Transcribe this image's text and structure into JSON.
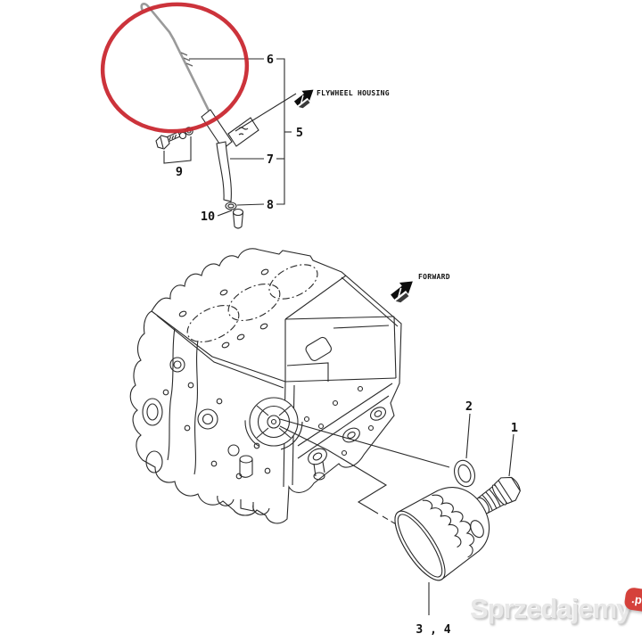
{
  "diagram": {
    "labels": {
      "flywheel_housing": "FLYWHEEL HOUSING",
      "forward": "FORWARD"
    },
    "callouts": {
      "n1": "1",
      "n2": "2",
      "n34": "3 , 4",
      "n5": "5",
      "n6": "6",
      "n7": "7",
      "n8": "8",
      "n9": "9",
      "n10": "10"
    },
    "colors": {
      "line": "#2a2a2a",
      "highlight_circle": "#c8242c",
      "dipstick_gray": "#9a9a9a"
    }
  },
  "watermark": {
    "brand": "Sprzedajemy",
    "tld": ".pl",
    "badge_color": "#d5413b"
  }
}
